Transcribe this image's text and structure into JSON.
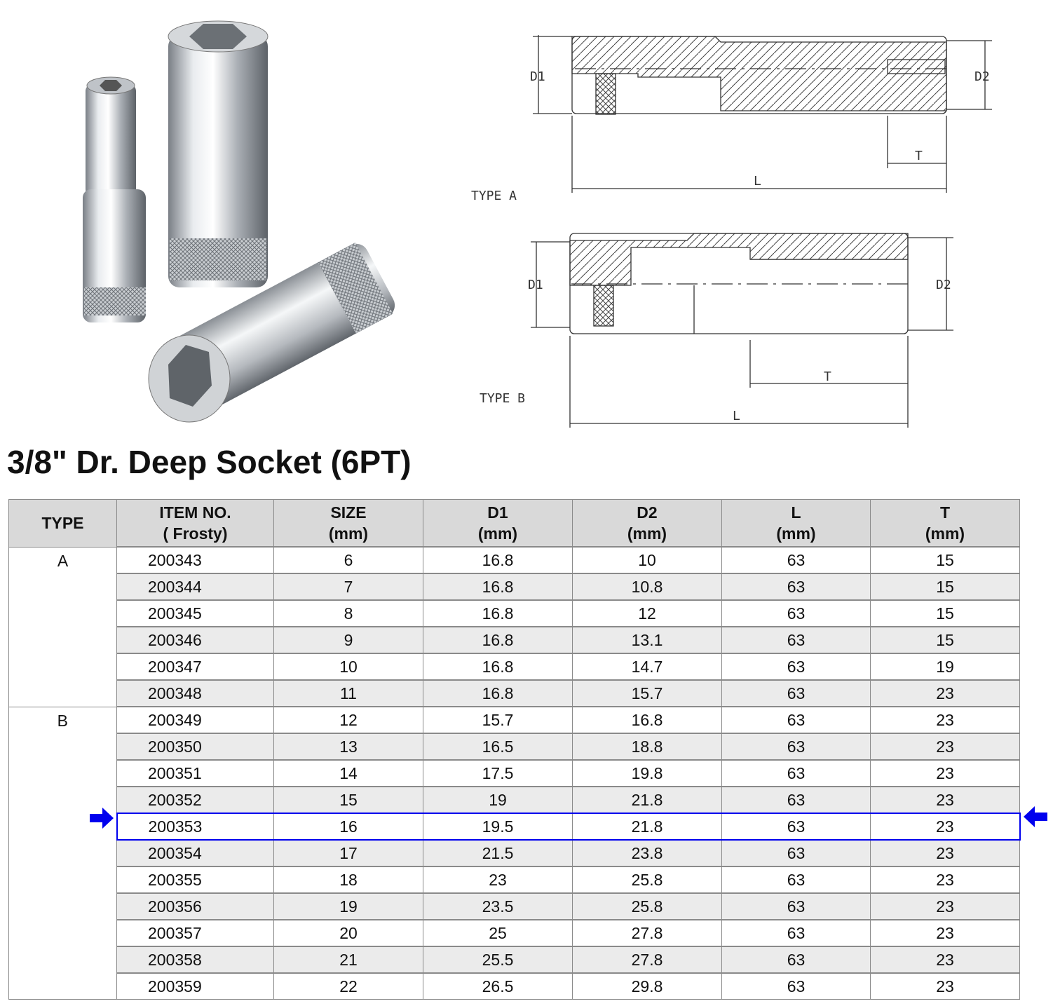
{
  "title": "3/8\" Dr. Deep Socket (6PT)",
  "drawings": {
    "type_a": {
      "label": "TYPE A",
      "d1": "D1",
      "d2": "D2",
      "t": "T",
      "l": "L"
    },
    "type_b": {
      "label": "TYPE B",
      "d1": "D1",
      "d2": "D2",
      "t": "T",
      "l": "L"
    }
  },
  "colors": {
    "highlight": "#0000ee",
    "header_bg": "#d9d9d9",
    "alt_row_bg": "#ebebeb"
  },
  "table": {
    "headers": [
      {
        "line1": "TYPE",
        "line2": ""
      },
      {
        "line1": "ITEM NO.",
        "line2": "( Frosty)"
      },
      {
        "line1": "SIZE",
        "line2": "(mm)"
      },
      {
        "line1": "D1",
        "line2": "(mm)"
      },
      {
        "line1": "D2",
        "line2": "(mm)"
      },
      {
        "line1": "L",
        "line2": "(mm)"
      },
      {
        "line1": "T",
        "line2": "(mm)"
      }
    ],
    "groups": [
      {
        "type": "A",
        "rows": [
          [
            "200343",
            "6",
            "16.8",
            "10",
            "63",
            "15"
          ],
          [
            "200344",
            "7",
            "16.8",
            "10.8",
            "63",
            "15"
          ],
          [
            "200345",
            "8",
            "16.8",
            "12",
            "63",
            "15"
          ],
          [
            "200346",
            "9",
            "16.8",
            "13.1",
            "63",
            "15"
          ],
          [
            "200347",
            "10",
            "16.8",
            "14.7",
            "63",
            "19"
          ],
          [
            "200348",
            "11",
            "16.8",
            "15.7",
            "63",
            "23"
          ]
        ]
      },
      {
        "type": "B",
        "rows": [
          [
            "200349",
            "12",
            "15.7",
            "16.8",
            "63",
            "23"
          ],
          [
            "200350",
            "13",
            "16.5",
            "18.8",
            "63",
            "23"
          ],
          [
            "200351",
            "14",
            "17.5",
            "19.8",
            "63",
            "23"
          ],
          [
            "200352",
            "15",
            "19",
            "21.8",
            "63",
            "23"
          ],
          [
            "200353",
            "16",
            "19.5",
            "21.8",
            "63",
            "23"
          ],
          [
            "200354",
            "17",
            "21.5",
            "23.8",
            "63",
            "23"
          ],
          [
            "200355",
            "18",
            "23",
            "25.8",
            "63",
            "23"
          ],
          [
            "200356",
            "19",
            "23.5",
            "25.8",
            "63",
            "23"
          ],
          [
            "200357",
            "20",
            "25",
            "27.8",
            "63",
            "23"
          ],
          [
            "200358",
            "21",
            "25.5",
            "27.8",
            "63",
            "23"
          ],
          [
            "200359",
            "22",
            "26.5",
            "29.8",
            "63",
            "23"
          ]
        ]
      }
    ],
    "highlighted_item": "200353"
  }
}
